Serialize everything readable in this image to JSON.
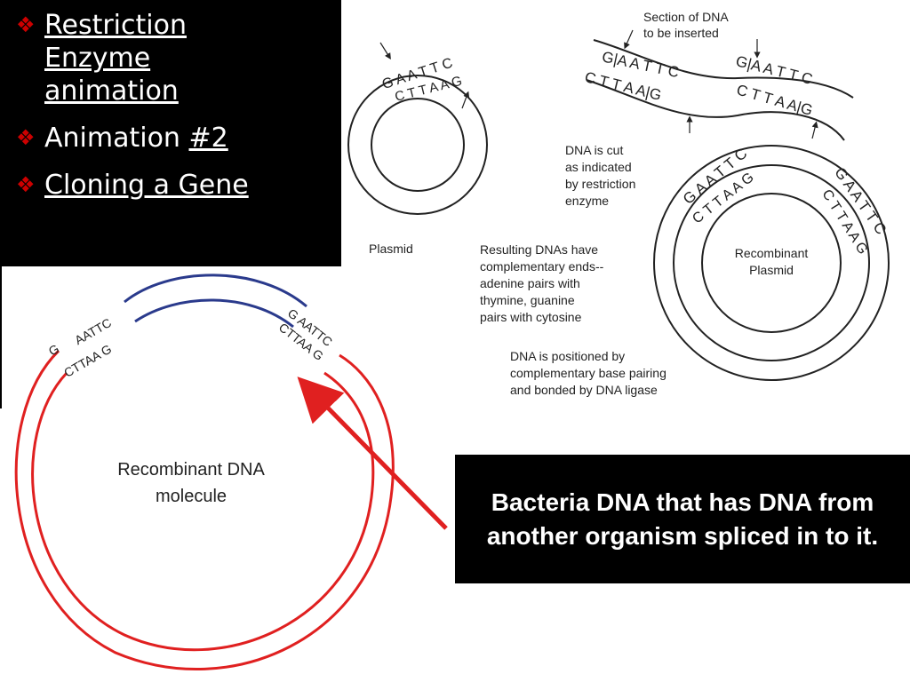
{
  "links": [
    {
      "label": "Restriction Enzyme animation",
      "lines": [
        "Restriction",
        "Enzyme",
        "animation"
      ]
    },
    {
      "prefix": "Animation ",
      "label": "#2"
    },
    {
      "label": "Cloning a Gene"
    }
  ],
  "diagram": {
    "section_label": [
      "Section of DNA",
      "to be inserted"
    ],
    "plasmid_label": "Plasmid",
    "cut_note": [
      "DNA is cut",
      "as indicated",
      "by restriction",
      "enzyme"
    ],
    "ends_note": [
      "Resulting DNAs have",
      "complementary ends--",
      "adenine pairs with",
      "thymine, guanine",
      "pairs with cytosine"
    ],
    "ligase_note": [
      "DNA is positioned by",
      "complementary base pairing",
      "and bonded by DNA ligase"
    ],
    "recombinant_plasmid_label": [
      "Recombinant",
      "Plasmid"
    ],
    "seq_top": "G A A T T C",
    "seq_bottom": "C T T A A G",
    "insert_top_left": "G|A A T T C",
    "insert_top_right": "G|A A T T C",
    "insert_bottom_left": "C T T A A|G",
    "insert_bottom_right": "C T T A A|G"
  },
  "molecule": {
    "label": [
      "Recombinant DNA",
      "molecule"
    ],
    "left_top": "AATTC",
    "left_g": "G",
    "left_bottom": "CTTAA G",
    "right_top": "G AATTC",
    "right_bottom": "CTTAA G"
  },
  "caption": "Bacteria DNA that has DNA from another organism spliced in to it.",
  "colors": {
    "red": "#e02020",
    "blue": "#2a3a8c",
    "bullet": "#cc0000"
  }
}
